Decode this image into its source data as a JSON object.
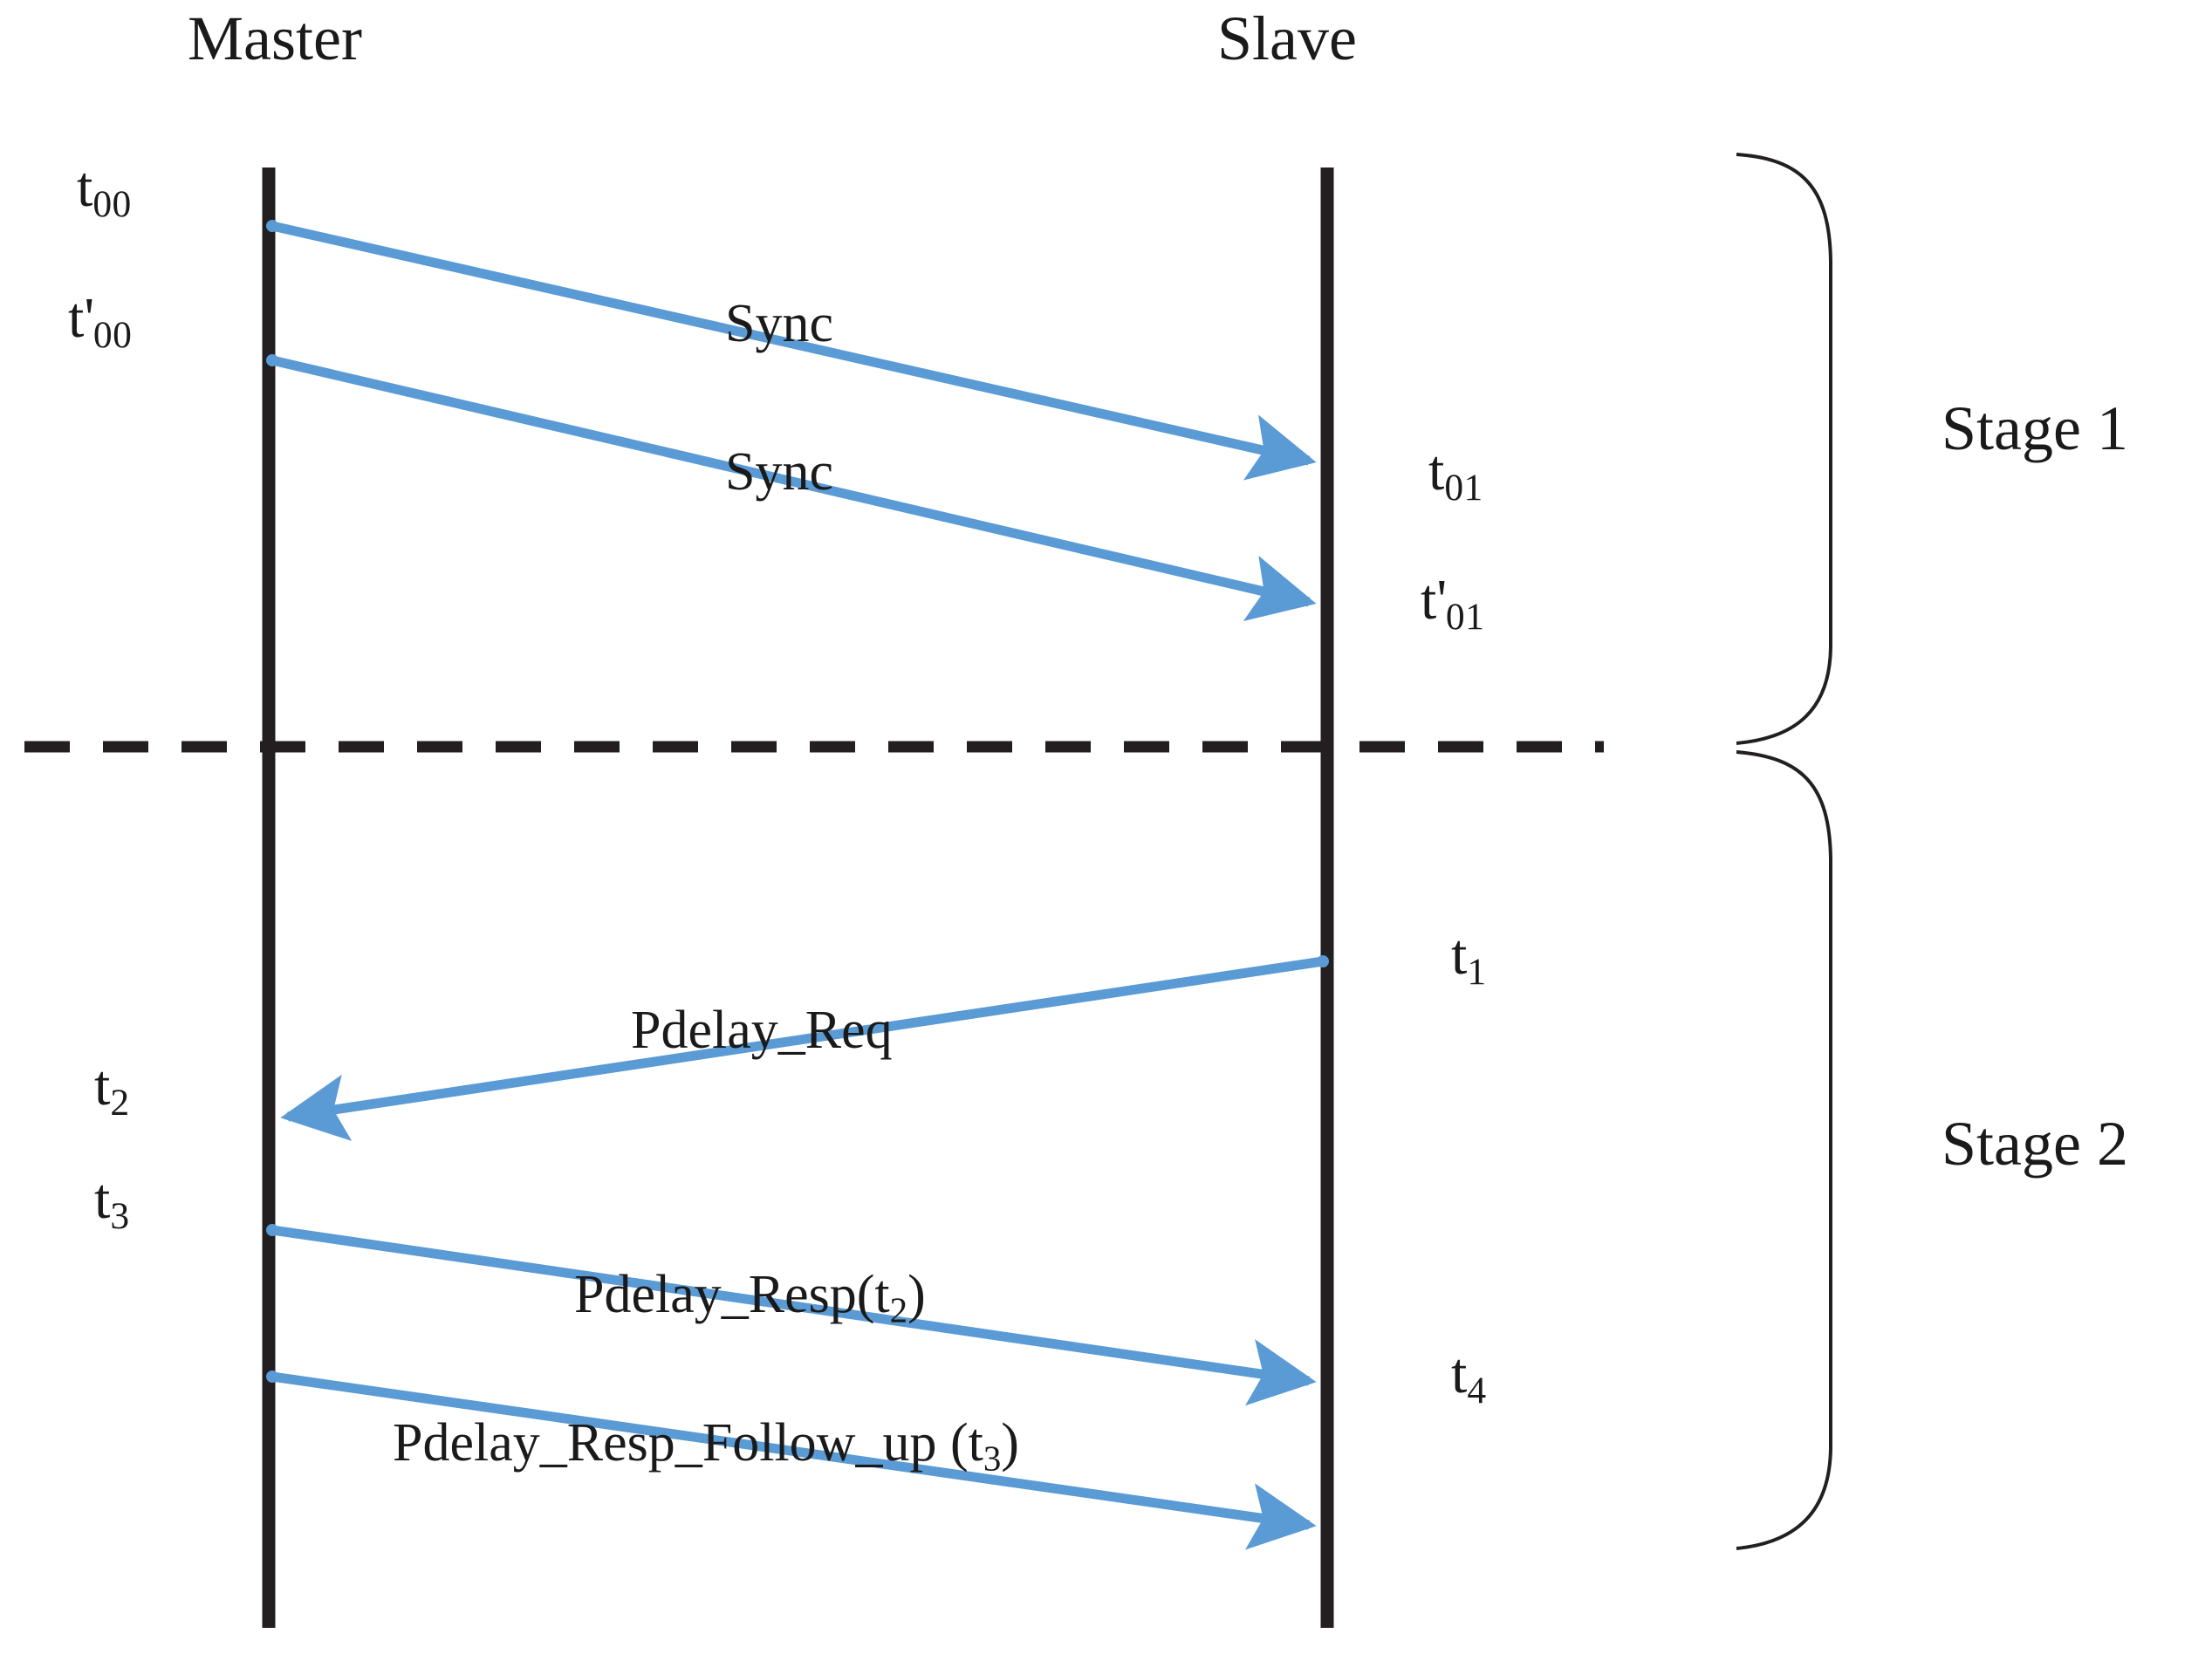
{
  "diagram": {
    "kind": "sequence-timing-diagram",
    "background_color": "#ffffff",
    "line_color": "#231f20",
    "arrow_color": "#5b9bd5",
    "brace_color": "#231f20"
  },
  "lifelines": {
    "master": {
      "title": "Master"
    },
    "slave": {
      "title": "Slave"
    }
  },
  "stages": [
    {
      "label": "Stage 1"
    },
    {
      "label": "Stage 2"
    }
  ],
  "messages": [
    {
      "label": "Sync",
      "direction": "master-to-slave"
    },
    {
      "label": "Sync",
      "direction": "master-to-slave"
    },
    {
      "label": "Pdelay_Req",
      "direction": "slave-to-master"
    },
    {
      "label": "Pdelay_Resp(t",
      "sub": "2",
      "tail": ")",
      "direction": "master-to-slave"
    },
    {
      "label": "Pdelay_Resp_Follow_up (t",
      "sub": "3",
      "tail": ")",
      "direction": "master-to-slave"
    }
  ],
  "timestamps": {
    "master": [
      {
        "base": "t",
        "sub": "00",
        "prime": false
      },
      {
        "base": "t",
        "sub": "00",
        "prime": true
      },
      {
        "base": "t",
        "sub": "2",
        "prime": false
      },
      {
        "base": "t",
        "sub": "3",
        "prime": false
      }
    ],
    "slave": [
      {
        "base": "t",
        "sub": "01",
        "prime": false
      },
      {
        "base": "t",
        "sub": "01",
        "prime": true
      },
      {
        "base": "t",
        "sub": "1",
        "prime": false
      },
      {
        "base": "t",
        "sub": "4",
        "prime": false
      }
    ]
  },
  "labels": {
    "master_title": "Master",
    "slave_title": "Slave",
    "stage1": "Stage 1",
    "stage2": "Stage 2",
    "sync1": "Sync",
    "sync2": "Sync",
    "pdelay_req": "Pdelay_Req",
    "pdelay_resp_pre": "Pdelay_Resp(t",
    "pdelay_resp_sub": "2",
    "pdelay_resp_post": ")",
    "pdelay_follow_pre": "Pdelay_Resp_Follow_up (t",
    "pdelay_follow_sub": "3",
    "pdelay_follow_post": ")",
    "t00_base": "t",
    "t00_sub": "00",
    "t00p_base": "t",
    "t00p_prime": "'",
    "t00p_sub": "00",
    "t01_base": "t",
    "t01_sub": "01",
    "t01p_base": "t",
    "t01p_prime": "'",
    "t01p_sub": "01",
    "t1_base": "t",
    "t1_sub": "1",
    "t2_base": "t",
    "t2_sub": "2",
    "t3_base": "t",
    "t3_sub": "3",
    "t4_base": "t",
    "t4_sub": "4"
  }
}
